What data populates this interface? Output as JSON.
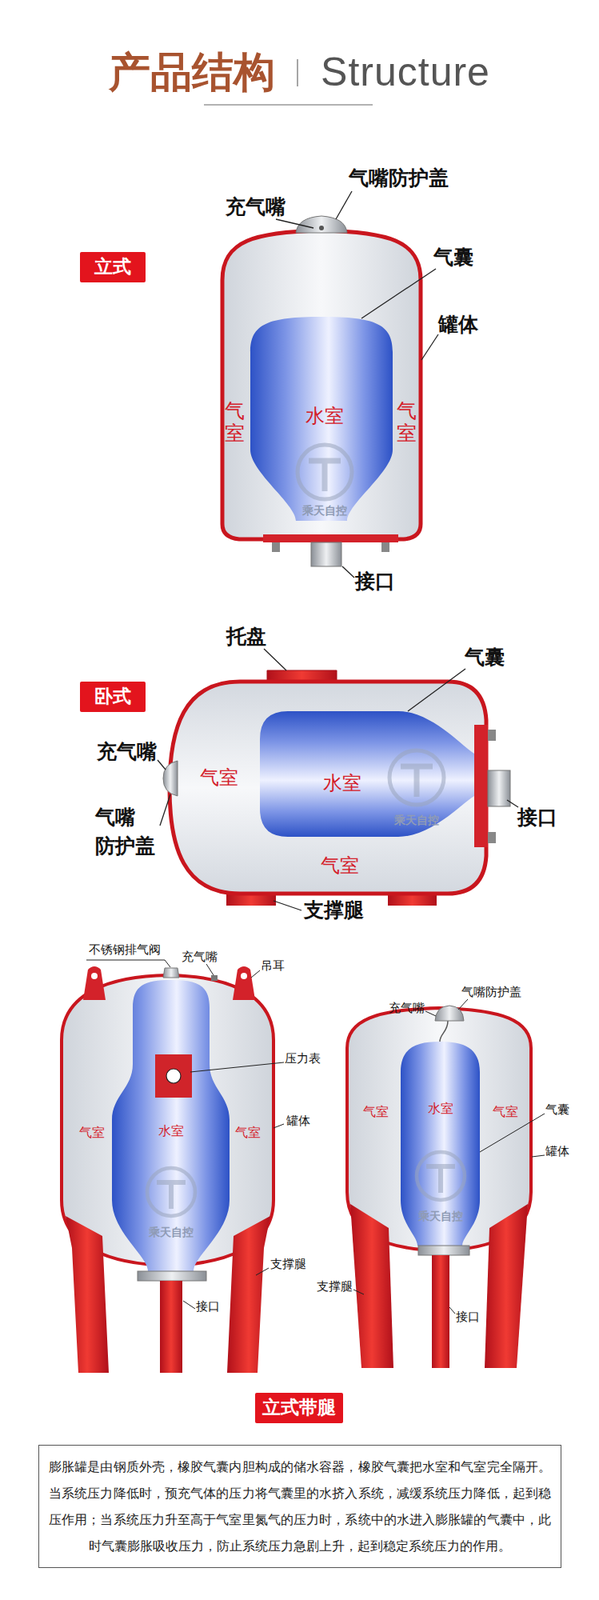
{
  "diagram": {
    "title": "产品结构",
    "caption": "膨胀罐是由钢质外壳，橡胶气囊内胆构成的储水容器，橡胶气囊把水室和气室完全隔开。当系统压力降低时，预充气体的压力将气囊里的水挤入系统，减缓系统压力降低，起到稳压作用；当系统压力升至高于气室里氮气的压力时，系统中的水进入膨胀罐的气囊中，此时气囊膨胀吸收压力，防止系统压力急剧上升，起到稳定系统压力的作用。",
    "nodes": [
      {
        "text": [
          "立式"
        ]
      },
      {
        "text": [
          "卧式"
        ]
      },
      {
        "text": [
          "立式带腿"
        ]
      }
    ],
    "labels": [
      "Structure",
      "充气嘴",
      "气嘴防护盖",
      "气囊",
      "罐体",
      "气室",
      "水室",
      "气室",
      "乘天自控",
      "接口",
      "托盘",
      "气囊",
      "充气嘴",
      "气室",
      "水室",
      "乘天自控",
      "接口",
      "气嘴 防护盖",
      "气室",
      "支撑腿",
      "不锈钢排气阀",
      "充气嘴",
      "吊耳",
      "压力表",
      "气室",
      "水室",
      "气室",
      "罐体",
      "乘天自控",
      "支撑腿",
      "接口",
      "充气嘴",
      "气嘴防护盖",
      "气室",
      "水室",
      "气室",
      "气囊",
      "罐体",
      "乘天自控",
      "支撑腿",
      "接口"
    ]
  }
}
